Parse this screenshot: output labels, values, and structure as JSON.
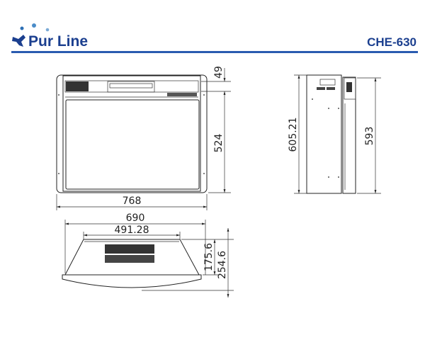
{
  "header": {
    "brand": "Pur Line",
    "model": "CHE-630",
    "accent_color": "#1b3f8f",
    "rule_color": "#2a5bb0"
  },
  "front_view": {
    "width_label": "768",
    "top_panel_label": "49",
    "height_label": "524"
  },
  "side_view": {
    "total_height_label": "605.21",
    "front_height_label": "593"
  },
  "top_view": {
    "width_label": "690",
    "inner_width_label": "491.28",
    "depth_label": "175.6",
    "total_depth_label": "254.6"
  }
}
